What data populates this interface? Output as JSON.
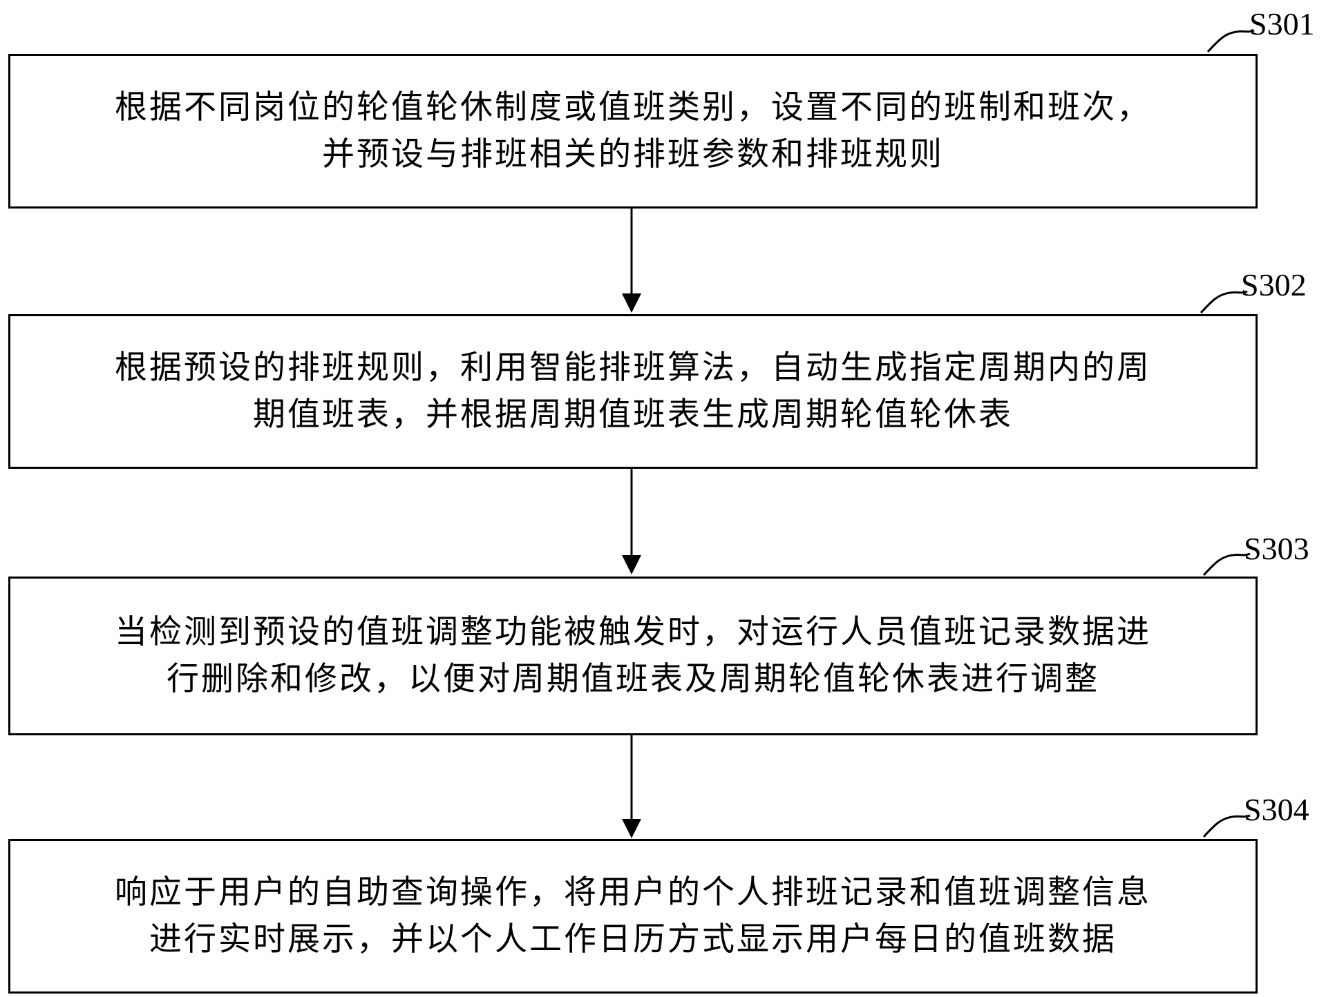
{
  "steps": [
    {
      "label": "S301",
      "lines": [
        "根据不同岗位的轮值轮休制度或值班类别，设置不同的班制和班次，",
        "并预设与排班相关的排班参数和排班规则"
      ]
    },
    {
      "label": "S302",
      "lines": [
        "根据预设的排班规则，利用智能排班算法，自动生成指定周期内的周",
        "期值班表，并根据周期值班表生成周期轮值轮休表"
      ]
    },
    {
      "label": "S303",
      "lines": [
        "当检测到预设的值班调整功能被触发时，对运行人员值班记录数据进",
        "行删除和修改，以便对周期值班表及周期轮值轮休表进行调整"
      ]
    },
    {
      "label": "S304",
      "lines": [
        "响应于用户的自助查询操作，将用户的个人排班记录和值班调整信息",
        "进行实时展示，并以个人工作日历方式显示用户每日的值班数据"
      ]
    }
  ]
}
